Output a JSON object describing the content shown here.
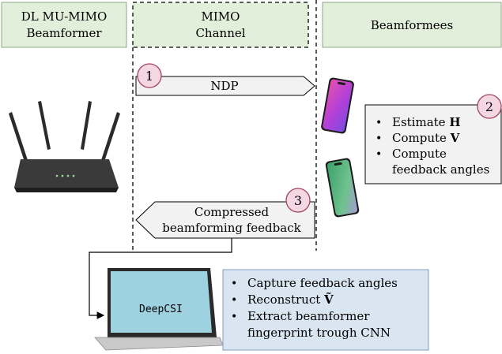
{
  "colors": {
    "header_fill": "#e2efda",
    "header_stroke": "#8fa98a",
    "arrow_fill": "#f2f2f2",
    "step_fill": "#f4d7e3",
    "step_stroke": "#a0465f",
    "bullet_gray_fill": "#f2f2f2",
    "bullet_blue_fill": "#d9e6f2",
    "bullet_blue_stroke": "#7f9fbf",
    "laptop_screen": "#9fd2e0"
  },
  "headers": {
    "beamformer_line1": "DL MU-MIMO",
    "beamformer_line2": "Beamformer",
    "channel_line1": "MIMO",
    "channel_line2": "Channel",
    "beamformees": "Beamformees"
  },
  "steps": {
    "step1_number": "1",
    "step1_label": "NDP",
    "step2_number": "2",
    "step3_number": "3",
    "step3_line1": "Compressed",
    "step3_line2": "beamforming feedback"
  },
  "beamformee_box": {
    "bullet_symbol": "•",
    "item1_text": "Estimate ",
    "item1_symbol": "H",
    "item2_text": "Compute ",
    "item2_symbol": "V",
    "item3_line1": "Compute",
    "item3_line2": "feedback angles"
  },
  "deepcsi_box": {
    "bullet_symbol": "•",
    "item1": "Capture feedback angles",
    "item2_text": "Reconstruct ",
    "item2_symbol": "Ṽ",
    "item3_line1": "Extract beamformer",
    "item3_line2": "fingerprint trough CNN"
  },
  "laptop": {
    "screen_label": "DeepCSI"
  }
}
